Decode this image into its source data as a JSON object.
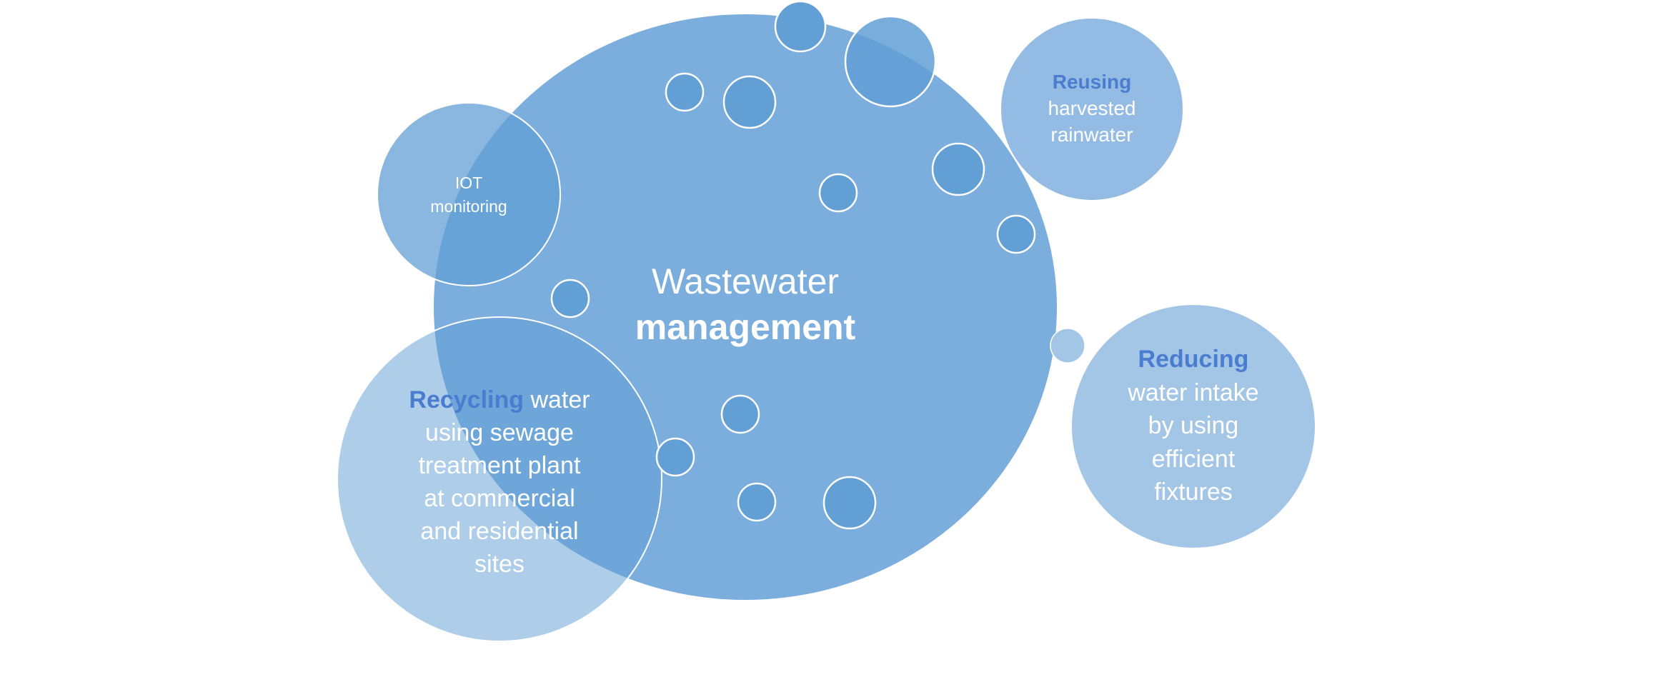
{
  "diagram": {
    "title_line1": "Wastewater",
    "title_line2": "management",
    "colors": {
      "main_circle": "#7BAEDD",
      "bubble_fill": "#619FD5",
      "bubble_stroke": "#ffffff",
      "iot_circle": "#6AA3D8",
      "reusing_circle": "#93BBE3",
      "reducing_circle": "#A3C6E7",
      "recycling_circle": "#A9C9E8",
      "small_light_bubble": "#A3C6E7",
      "emphasis_text": "#4A7CCF",
      "body_text": "#ffffff"
    },
    "nodes": {
      "iot": {
        "lines": [
          "IOT",
          "monitoring"
        ]
      },
      "reusing": {
        "keyword": "Reusing",
        "lines": [
          "harvested",
          "rainwater"
        ]
      },
      "reducing": {
        "keyword": "Reducing",
        "lines": [
          "water intake",
          "by using",
          "efficient",
          "fixtures"
        ]
      },
      "recycling": {
        "keyword": "Recycling",
        "first_line_rest": " water",
        "lines": [
          "using sewage",
          "treatment plant",
          "at commercial",
          "and residential",
          "sites"
        ]
      }
    }
  }
}
